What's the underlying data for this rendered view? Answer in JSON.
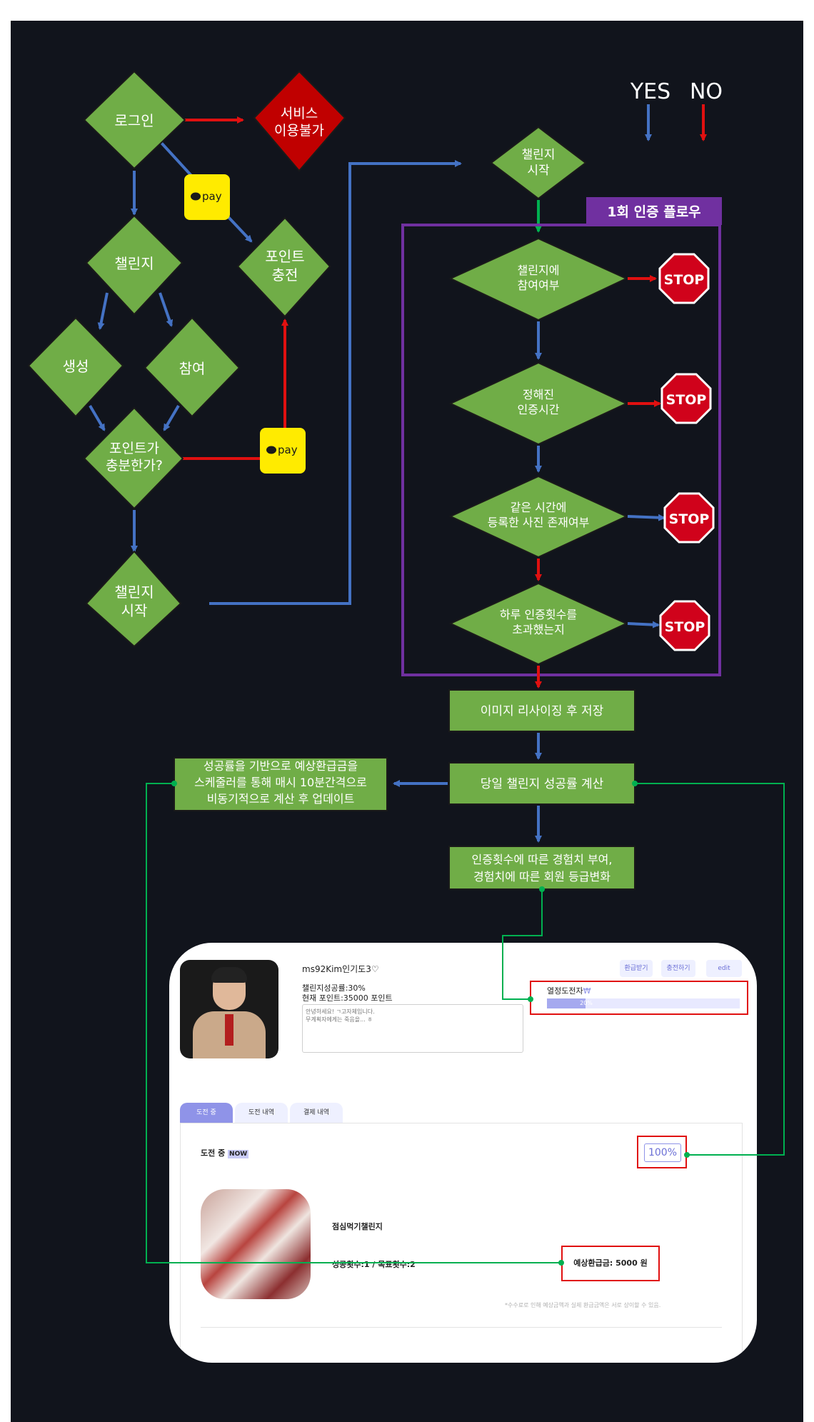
{
  "legend": {
    "yes": "YES",
    "no": "NO",
    "yes_color": "#4472c4",
    "no_color": "#e01010"
  },
  "colors": {
    "background": "#11141c",
    "node_green": "#70ad47",
    "node_red": "#c00000",
    "flow_purple": "#7030a0",
    "kakaopay_yellow": "#ffeb00"
  },
  "left_flow": {
    "login": "로그인",
    "unavailable": [
      "서비스",
      "이용불가"
    ],
    "pay_badge": "pay",
    "point_charge": [
      "포인트",
      "충전"
    ],
    "challenge": "챌린지",
    "create": "생성",
    "join": "참여",
    "enough_points": [
      "포인트가",
      "충분한가?"
    ],
    "challenge_start": [
      "챌린지",
      "시작"
    ]
  },
  "right_flow": {
    "challenge_start": [
      "챌린지",
      "시작"
    ],
    "flow_title": "1회 인증 플로우",
    "check1": [
      "챌린지에",
      "참여여부"
    ],
    "check2": [
      "정해진",
      "인증시간"
    ],
    "check3": [
      "같은 시간에",
      "등록한 사진 존재여부"
    ],
    "check4": [
      "하루 인증횟수를",
      "초과했는지"
    ],
    "stop": "STOP",
    "resize_save": "이미지 리사이징 후 저장",
    "calc_success": "당일 챌린지 성공률 계산",
    "refund_schedule": [
      "성공률을 기반으로 예상환급금을",
      "스케줄러를 통해 매시 10분간격으로",
      "비동기적으로 계산 후 업데이트"
    ],
    "exp_grade": [
      "인증횟수에 따른 경험치 부여,",
      "경험치에 따른 회원 등급변화"
    ]
  },
  "profile": {
    "username": "ms92Kim인기도3♡",
    "success_rate": "챌린지성공률:30%",
    "points": "현재 포인트:35000 포인트",
    "intro_line1": "안녕하세요! ㄱ고자체입니다.",
    "intro_line2": "무계획자에게는 죽음을... ㅎ",
    "btn_refund": "환급받기",
    "btn_charge": "충전하기",
    "btn_edit": "edit",
    "level_label": "열정도전자",
    "level_icon": "₩",
    "level_percent": "20%",
    "level_fraction": 0.2,
    "tabs": [
      "도전 중",
      "도전 내역",
      "결제 내역"
    ],
    "section_title": "도전 중",
    "now_badge": "NOW",
    "progress_pct": "100%",
    "challenge_name": "점심먹기챌린지",
    "counts": "성공횟수:1 / 목표횟수:2",
    "refund": "예상환급금: 5000 원",
    "notice": "*수수료로 인해 예상금액과 실제 환급금액은 서로 상이할 수 있음."
  }
}
